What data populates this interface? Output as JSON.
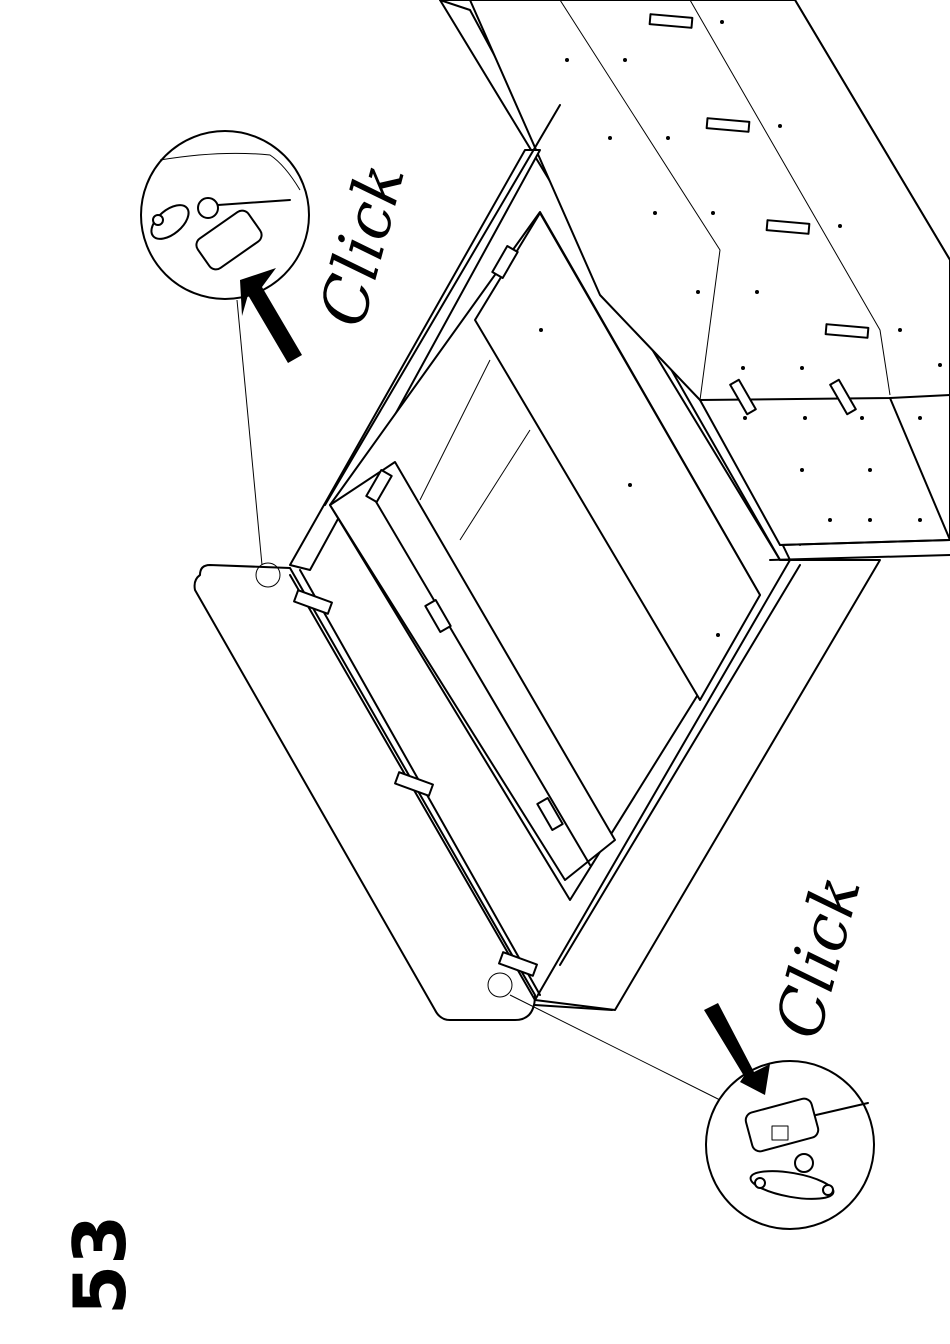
{
  "step_number": "53",
  "callouts": [
    {
      "label": "Click",
      "direction": "push-up"
    },
    {
      "label": "Click",
      "direction": "push-down"
    }
  ],
  "icons": [
    "hinge-bracket-icon",
    "mallet-icon",
    "ball-catch-icon",
    "arrow-icon"
  ]
}
